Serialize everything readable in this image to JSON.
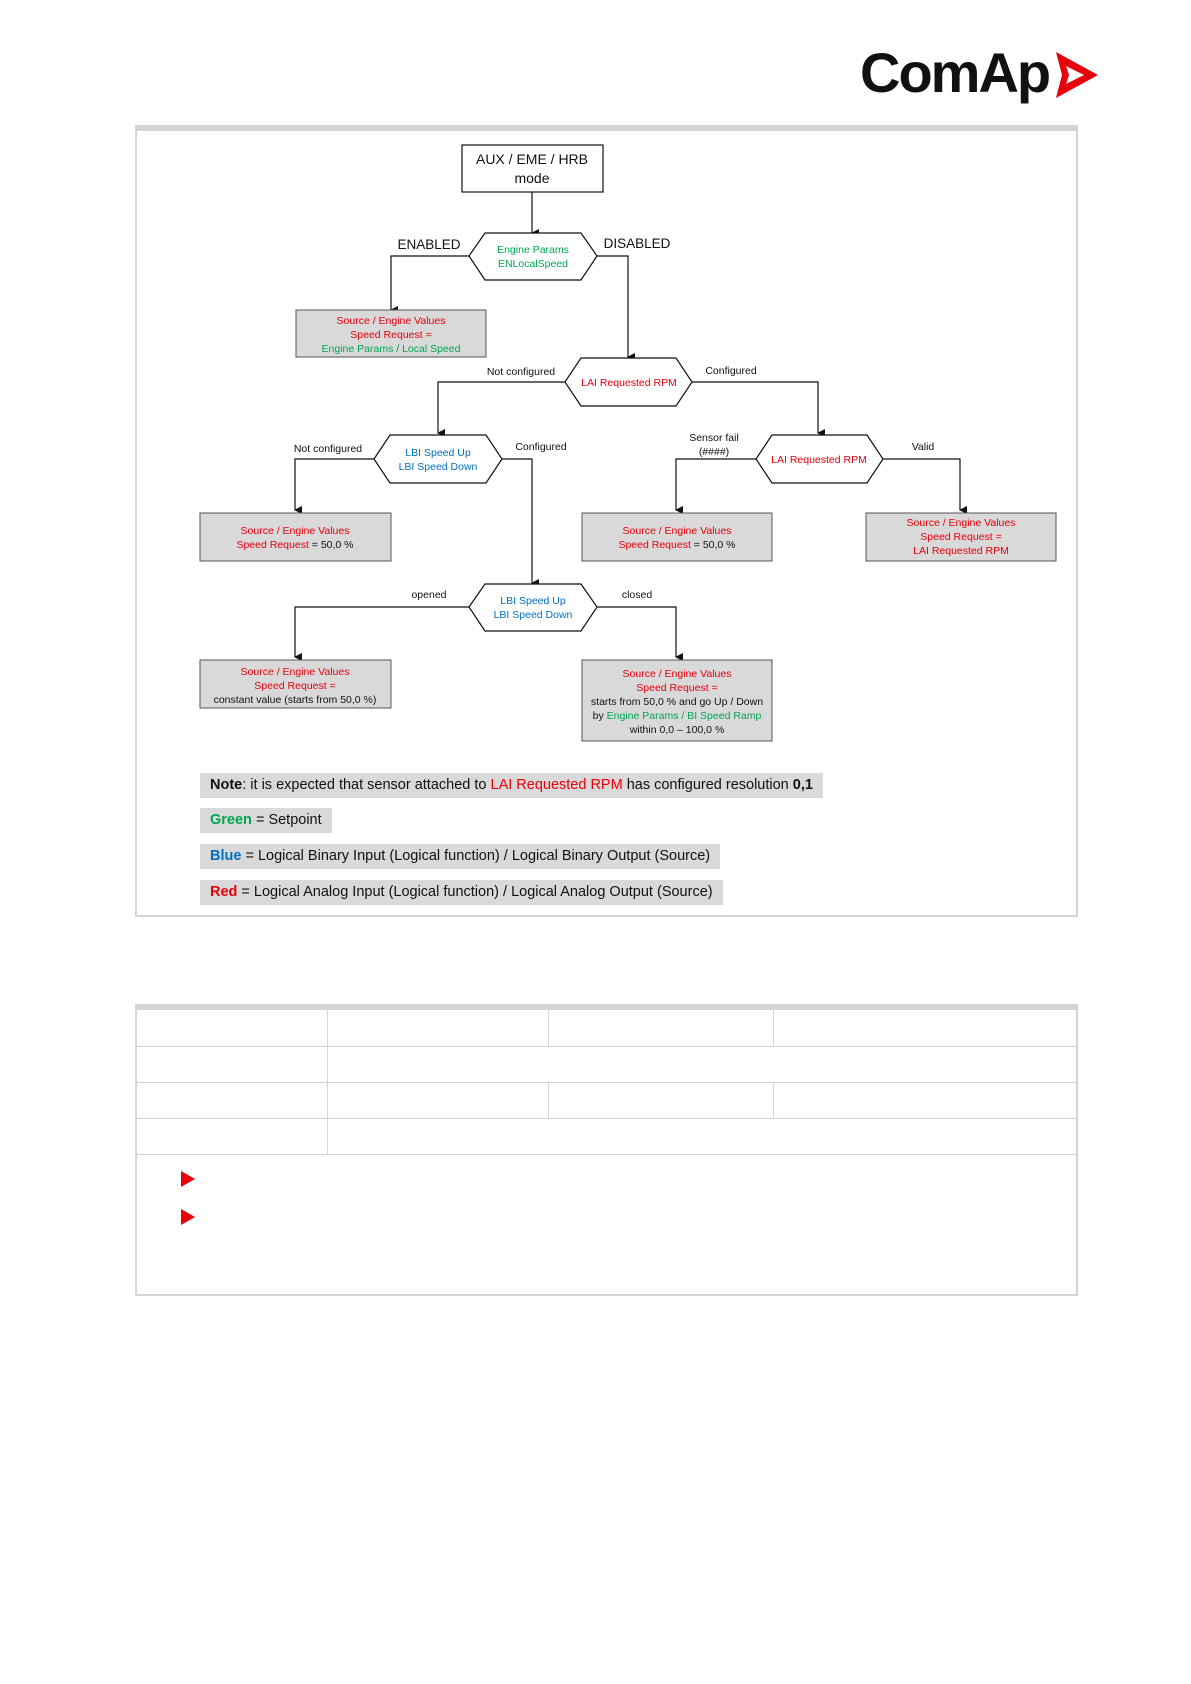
{
  "logo": {
    "text": "ComAp",
    "mark_color": "#e8000b"
  },
  "diagram": {
    "start": {
      "line1": "AUX / EME / HRB",
      "line2": "mode"
    },
    "decision_local_speed": {
      "line1": "Engine Params",
      "line2": "ENLocalSpeed"
    },
    "label_enabled": "ENABLED",
    "label_disabled": "DISABLED",
    "box_local": {
      "line1": "Source / Engine Values",
      "line2": "Speed Request =",
      "line3": "Engine Params / Local Speed"
    },
    "decision_lai_1": {
      "text": "LAI Requested RPM"
    },
    "label_not_configured_1": "Not configured",
    "label_configured_1": "Configured",
    "decision_lbi_1": {
      "line1": "LBI Speed Up",
      "line2": "LBI Speed Down"
    },
    "label_not_configured_2": "Not configured",
    "label_configured_2": "Configured",
    "decision_lai_2": {
      "text": "LAI Requested RPM"
    },
    "label_sensor_fail_1": "Sensor fail",
    "label_sensor_fail_2": "(####)",
    "label_valid": "Valid",
    "box_50_left": {
      "line1": "Source / Engine Values",
      "line2a": "Speed Request",
      "line2b": " = 50,0 %"
    },
    "box_50_mid": {
      "line1": "Source / Engine Values",
      "line2a": "Speed Request",
      "line2b": " = 50,0 %"
    },
    "box_lai": {
      "line1": "Source / Engine Values",
      "line2": "Speed Request =",
      "line3": "LAI Requested RPM"
    },
    "decision_lbi_2": {
      "line1": "LBI Speed Up",
      "line2": "LBI Speed Down"
    },
    "label_opened": "opened",
    "label_closed": "closed",
    "box_const": {
      "line1": "Source / Engine Values",
      "line2": "Speed Request =",
      "line3": "constant value (starts from 50,0 %)"
    },
    "box_ramp": {
      "line1": "Source / Engine Values",
      "line2": "Speed Request =",
      "line3": "starts from 50,0 % and go Up / Down",
      "line4a": "by ",
      "line4b": "Engine Params / BI Speed Ramp",
      "line5": "within 0,0 – 100,0 %"
    }
  },
  "legend": {
    "note_label": "Note",
    "note_text1": ": it is expected that sensor attached to ",
    "note_highlight": "LAI Requested RPM",
    "note_text2": " has configured resolution ",
    "note_value": "0,1",
    "green_label": "Green",
    "green_text": " = Setpoint",
    "blue_label": "Blue",
    "blue_text": " = Logical Binary Input (Logical function) / Logical Binary Output (Source)",
    "red_label": "Red",
    "red_text": " = Logical Analog Input (Logical function) / Logical Analog Output (Source)"
  },
  "colors": {
    "green": "#00a651",
    "blue": "#0070c0",
    "red": "#e8000b",
    "box_fill": "#d9d9d9"
  }
}
